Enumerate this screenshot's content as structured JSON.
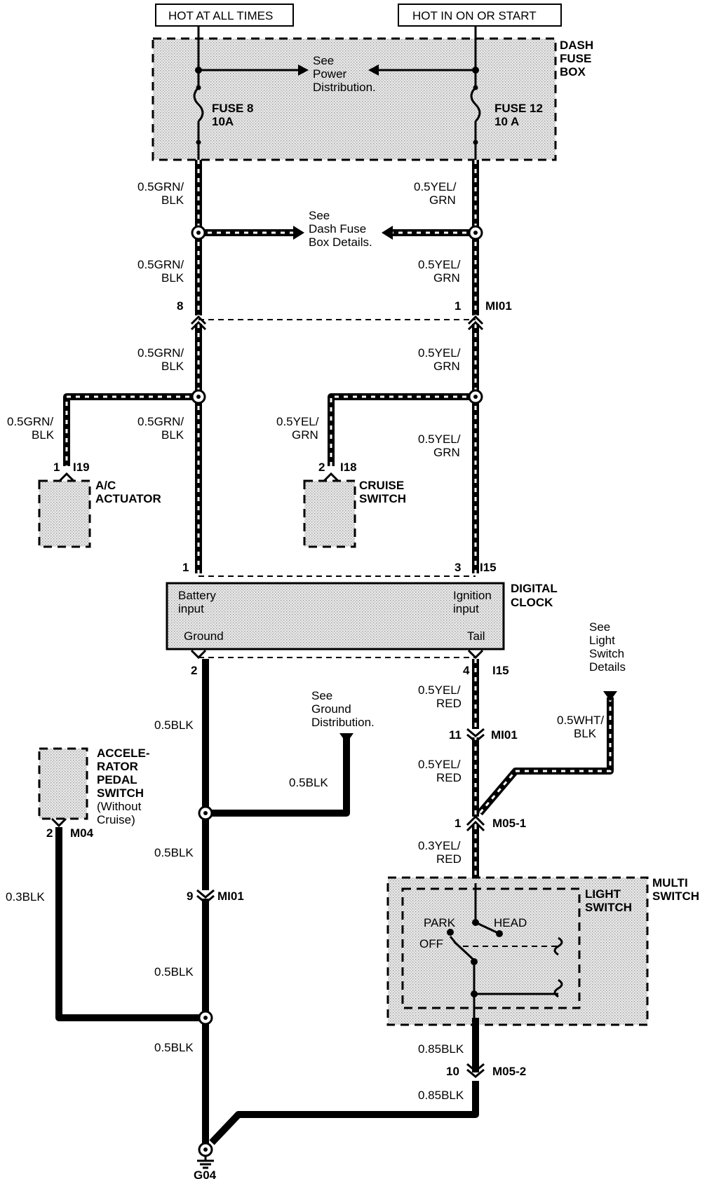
{
  "header": {
    "left_label": "HOT AT ALL TIMES",
    "right_label": "HOT IN ON OR START"
  },
  "dash_fuse_box": {
    "label_1": "DASH",
    "label_2": "FUSE",
    "label_3": "BOX",
    "see_1": "See",
    "see_2": "Power",
    "see_3": "Distribution.",
    "fuse_left_1": "FUSE 8",
    "fuse_left_2": "10A",
    "fuse_right_1": "FUSE 12",
    "fuse_right_2": "10 A"
  },
  "wires": {
    "grn_1": "0.5GRN/",
    "blk": "BLK",
    "yel_1": "0.5YEL/",
    "grn": "GRN",
    "red": "RED",
    "blk_05": "0.5BLK",
    "blk_03": "0.3BLK",
    "blk_085": "0.85BLK",
    "wht_1": "0.5WHT/",
    "yel_03": "0.3YEL/"
  },
  "dash_details": {
    "line_1": "See",
    "line_2": "Dash Fuse",
    "line_3": "Box Details."
  },
  "connectors": {
    "mi01": "MI01",
    "pin_8": "8",
    "pin_1": "1",
    "pin_2": "2",
    "pin_3": "3",
    "pin_4": "4",
    "pin_9": "9",
    "pin_10": "10",
    "pin_11": "11",
    "i19": "I19",
    "i18": "I18",
    "i15": "I15",
    "m04": "M04",
    "m05_1": "M05-1",
    "m05_2": "M05-2",
    "g04": "G04"
  },
  "components": {
    "ac_1": "A/C",
    "ac_2": "ACTUATOR",
    "cruise_1": "CRUISE",
    "cruise_2": "SWITCH",
    "clock_1": "DIGITAL",
    "clock_2": "CLOCK",
    "battery_1": "Battery",
    "battery_2": "input",
    "ignition_1": "Ignition",
    "ignition_2": "input",
    "ground": "Ground",
    "tail": "Tail",
    "accel_1": "ACCELE-",
    "accel_2": "RATOR",
    "accel_3": "PEDAL",
    "accel_4": "SWITCH",
    "accel_5": "(Without",
    "accel_6": "Cruise)",
    "multi_1": "MULTI",
    "multi_2": "SWITCH",
    "light_1": "LIGHT",
    "light_2": "SWITCH",
    "park": "PARK",
    "head": "HEAD",
    "off": "OFF"
  },
  "ground_dist": {
    "line_1": "See",
    "line_2": "Ground",
    "line_3": "Distribution."
  },
  "light_details": {
    "line_1": "See",
    "line_2": "Light",
    "line_3": "Switch",
    "line_4": "Details"
  }
}
